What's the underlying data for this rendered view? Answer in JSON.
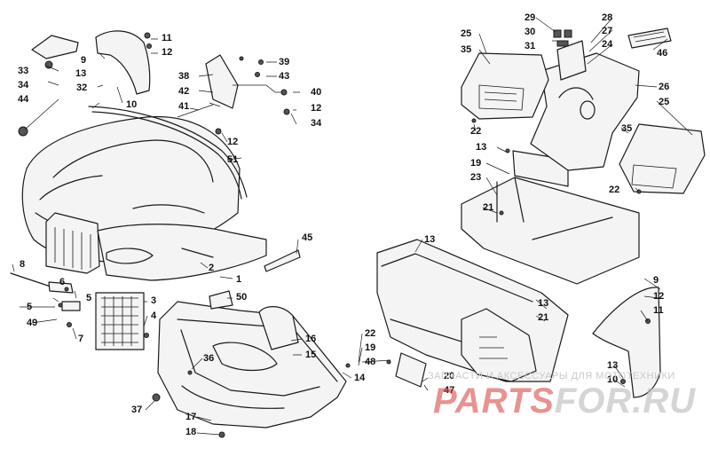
{
  "watermark": {
    "caption": "ЗАПЧАСТИ И АКСЕССУАРЫ ДЛЯ МОТОТЕХНИКИ",
    "brand_part1": "PARTS",
    "brand_part2": "FOR.RU",
    "brand_color": "#d63939"
  },
  "callouts": [
    {
      "id": "c11a",
      "text": "11"
    },
    {
      "id": "c12a",
      "text": "12"
    },
    {
      "id": "c9a",
      "text": "9"
    },
    {
      "id": "c13a",
      "text": "13"
    },
    {
      "id": "c33",
      "text": "33"
    },
    {
      "id": "c34a",
      "text": "34"
    },
    {
      "id": "c32",
      "text": "32"
    },
    {
      "id": "c44",
      "text": "44"
    },
    {
      "id": "c10a",
      "text": "10"
    },
    {
      "id": "c38",
      "text": "38"
    },
    {
      "id": "c42",
      "text": "42"
    },
    {
      "id": "c41",
      "text": "41"
    },
    {
      "id": "c39",
      "text": "39"
    },
    {
      "id": "c43",
      "text": "43"
    },
    {
      "id": "c40",
      "text": "40"
    },
    {
      "id": "c12b",
      "text": "12"
    },
    {
      "id": "c34b",
      "text": "34"
    },
    {
      "id": "c12c",
      "text": "12"
    },
    {
      "id": "c51",
      "text": "51"
    },
    {
      "id": "c45",
      "text": "45"
    },
    {
      "id": "c2",
      "text": "2"
    },
    {
      "id": "c1",
      "text": "1"
    },
    {
      "id": "c8",
      "text": "8"
    },
    {
      "id": "c6",
      "text": "6"
    },
    {
      "id": "c5a",
      "text": "5"
    },
    {
      "id": "c5b",
      "text": "5"
    },
    {
      "id": "c49",
      "text": "49"
    },
    {
      "id": "c7",
      "text": "7"
    },
    {
      "id": "c3",
      "text": "3"
    },
    {
      "id": "c4",
      "text": "4"
    },
    {
      "id": "c50",
      "text": "50"
    },
    {
      "id": "c16",
      "text": "16"
    },
    {
      "id": "c15",
      "text": "15"
    },
    {
      "id": "c36",
      "text": "36"
    },
    {
      "id": "c37",
      "text": "37"
    },
    {
      "id": "c17",
      "text": "17"
    },
    {
      "id": "c18",
      "text": "18"
    },
    {
      "id": "c14",
      "text": "14"
    },
    {
      "id": "c22a",
      "text": "22"
    },
    {
      "id": "c19a",
      "text": "19"
    },
    {
      "id": "c48",
      "text": "48"
    },
    {
      "id": "c20",
      "text": "20"
    },
    {
      "id": "c47",
      "text": "47"
    },
    {
      "id": "c29",
      "text": "29"
    },
    {
      "id": "c28",
      "text": "28"
    },
    {
      "id": "c30",
      "text": "30"
    },
    {
      "id": "c27",
      "text": "27"
    },
    {
      "id": "c31",
      "text": "31"
    },
    {
      "id": "c24",
      "text": "24"
    },
    {
      "id": "c25a",
      "text": "25"
    },
    {
      "id": "c35a",
      "text": "35"
    },
    {
      "id": "c46",
      "text": "46"
    },
    {
      "id": "c26",
      "text": "26"
    },
    {
      "id": "c25b",
      "text": "25"
    },
    {
      "id": "c22b",
      "text": "22"
    },
    {
      "id": "c13b",
      "text": "13"
    },
    {
      "id": "c19b",
      "text": "19"
    },
    {
      "id": "c23",
      "text": "23"
    },
    {
      "id": "c21a",
      "text": "21"
    },
    {
      "id": "c35b",
      "text": "35"
    },
    {
      "id": "c22c",
      "text": "22"
    },
    {
      "id": "c13c",
      "text": "13"
    },
    {
      "id": "c13d",
      "text": "13"
    },
    {
      "id": "c21b",
      "text": "21"
    },
    {
      "id": "c9b",
      "text": "9"
    },
    {
      "id": "c12d",
      "text": "12"
    },
    {
      "id": "c11b",
      "text": "11"
    },
    {
      "id": "c13e",
      "text": "13"
    },
    {
      "id": "c10b",
      "text": "10"
    }
  ]
}
